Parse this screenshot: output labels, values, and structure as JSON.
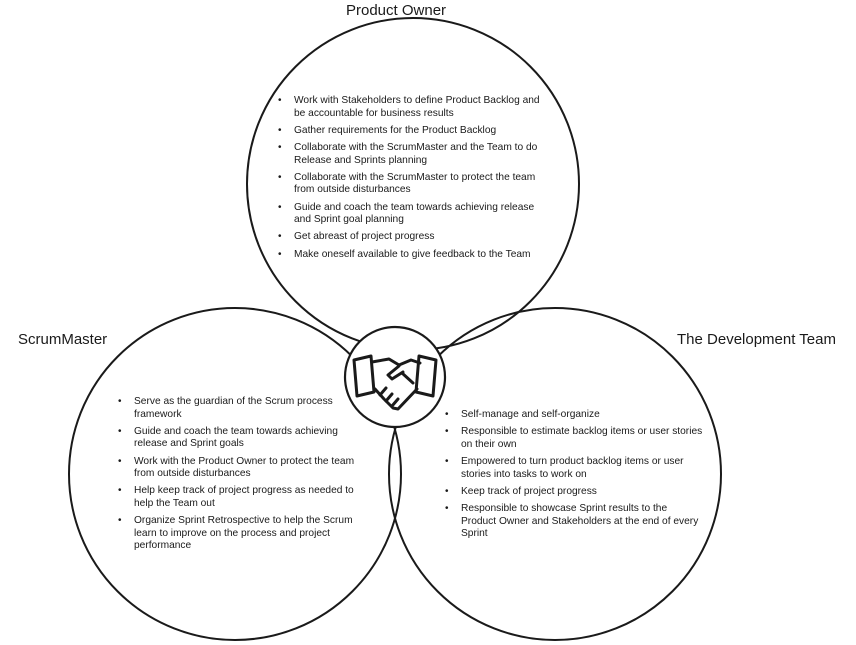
{
  "roles": {
    "product_owner": {
      "title": "Product Owner",
      "items": [
        "Work with Stakeholders to define Product Backlog and be accountable for business results",
        "Gather requirements for the Product Backlog",
        "Collaborate with the ScrumMaster and the Team to do Release and Sprints planning",
        "Collaborate with the ScrumMaster to protect the team from outside disturbances",
        "Guide and coach the team towards achieving release and Sprint goal planning",
        "Get abreast of project progress",
        "Make oneself available to give feedback to the Team"
      ]
    },
    "scrum_master": {
      "title": "ScrumMaster",
      "items": [
        "Serve as the guardian of the Scrum process framework",
        "Guide and coach the team towards achieving release and Sprint goals",
        "Work with the Product Owner to protect the team from outside disturbances",
        "Help keep track of project progress as needed to help the Team out",
        "Organize Sprint Retrospective to help the Scrum learn to improve on the process and project performance"
      ]
    },
    "dev_team": {
      "title": "The Development Team",
      "items": [
        "Self-manage and self-organize",
        "Responsible to estimate backlog items or user stories on their own",
        "Empowered to turn product backlog items or user stories into tasks to work on",
        "Keep track of project progress",
        "Responsible to showcase Sprint results to the Product Owner and Stakeholders at the end of every Sprint"
      ]
    }
  },
  "center_icon": "handshake-icon",
  "colors": {
    "stroke": "#1a1a1a",
    "background": "#ffffff"
  }
}
